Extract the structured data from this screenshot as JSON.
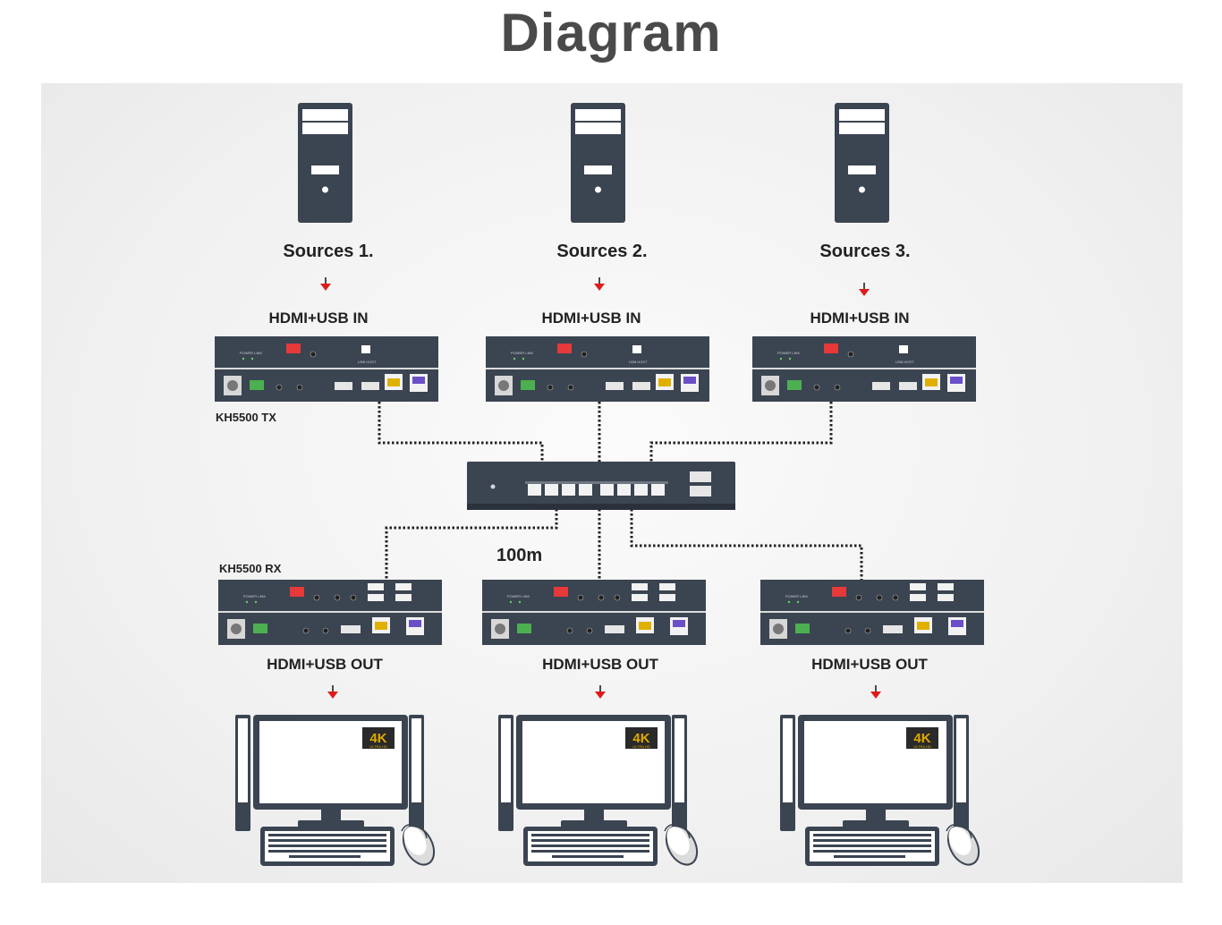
{
  "title": "Diagram",
  "sources": [
    "Sources 1.",
    "Sources 2.",
    "Sources 3."
  ],
  "tx_label": "HDMI+USB IN",
  "rx_label": "HDMI+USB OUT",
  "tx_model": "KH5500 TX",
  "rx_model": "KH5500 RX",
  "distance": "100m",
  "badge_4k": "4K",
  "badge_ultrahd": "ULTRA HD",
  "colors": {
    "device": "#3b4451",
    "arrow": "#e01b1b",
    "link": "#222222",
    "background": "#f0f0f0"
  }
}
